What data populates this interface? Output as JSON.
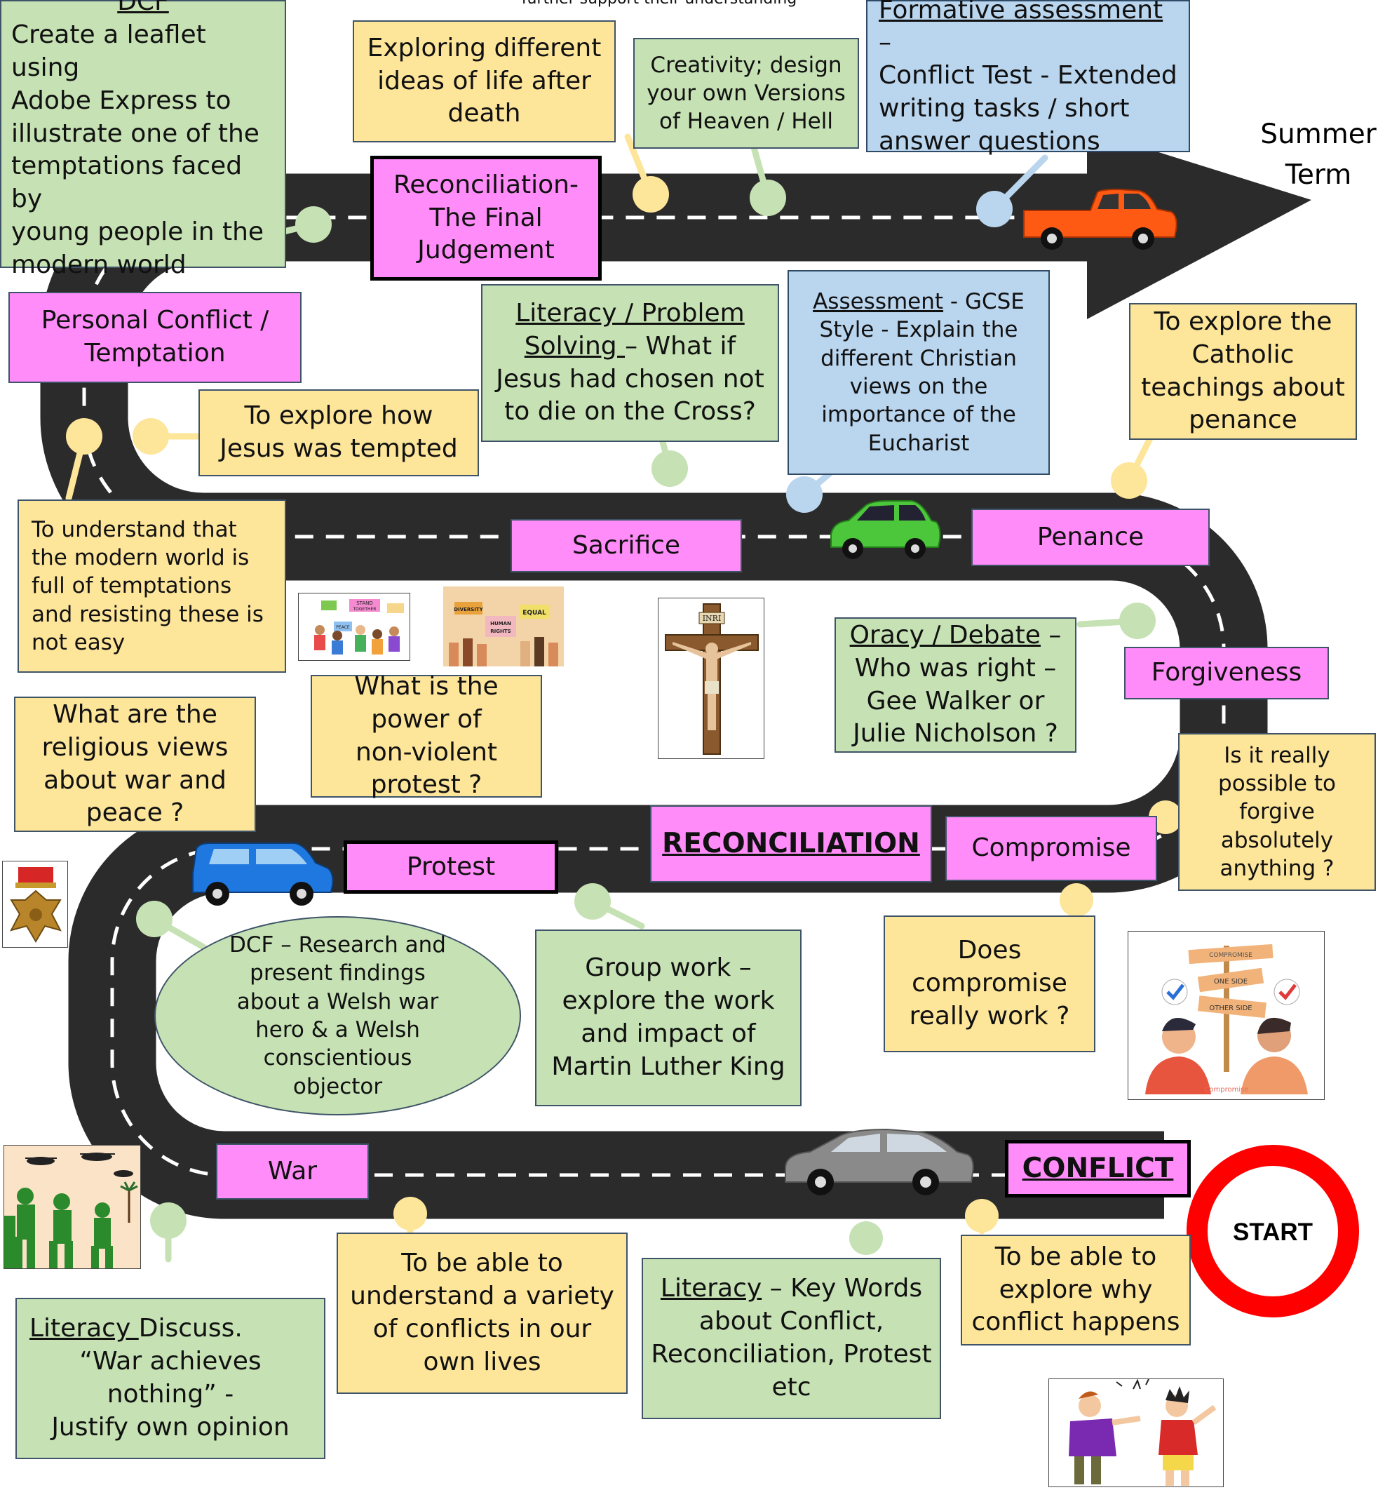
{
  "top_caption": "further support their understanding",
  "end_label": [
    "Summer",
    "Term"
  ],
  "start_label": "START",
  "headings": {
    "conflict": "CONFLICT",
    "reconciliation": "RECONCILIATION"
  },
  "road_labels": {
    "war": "War",
    "protest": "Protest",
    "compromise": "Compromise",
    "forgiveness": "Forgiveness",
    "penance": "Penance",
    "sacrifice": "Sacrifice",
    "personal_conflict": [
      "Personal Conflict /",
      "Temptation"
    ],
    "final_judgement": [
      "Reconciliation-",
      "The Final",
      "Judgement"
    ]
  },
  "boxes": {
    "dcf_leaflet": {
      "heading": "DCF",
      "lines": [
        "Create a leaflet using",
        "Adobe Express to",
        "illustrate one of the",
        "temptations faced by",
        "young people in the",
        "modern world"
      ]
    },
    "life_after_death": [
      "Exploring different",
      "ideas of life after",
      "death"
    ],
    "creativity": [
      "Creativity; design",
      "your own Versions",
      "of  Heaven / Hell"
    ],
    "formative": {
      "heading": "Formative assessment",
      "heading_suffix": " –",
      "lines": [
        "Conflict Test - Extended",
        "writing tasks / short",
        "answer questions"
      ]
    },
    "jesus_tempted": [
      "To explore how",
      "Jesus was tempted"
    ],
    "literacy_problem": {
      "heading_1": "Literacy / Problem",
      "heading_2": "Solving ",
      "heading_suffix": " –  What if",
      "lines": [
        "Jesus had chosen not",
        "to die on the Cross?"
      ]
    },
    "assessment_gcse": {
      "heading": "Assessment",
      "heading_suffix": "  - GCSE",
      "lines": [
        "Style - Explain the",
        "different Christian",
        "views on the",
        "importance of the",
        "Eucharist"
      ]
    },
    "catholic_penance": [
      "To explore the",
      "Catholic",
      "teachings about",
      "penance"
    ],
    "modern_temptations": [
      "To understand that",
      "the modern world is",
      "full of temptations",
      "and resisting these is",
      "not easy"
    ],
    "oracy": {
      "heading": "Oracy / Debate",
      "heading_suffix": " –",
      "lines": [
        "Who was right –",
        "Gee Walker or",
        "Julie Nicholson ?"
      ]
    },
    "religious_views": [
      "What are the",
      "religious views",
      "about war and",
      "peace ?"
    ],
    "non_violent": [
      "What is the",
      "power of",
      "non-violent",
      "protest ?"
    ],
    "forgive_anything": [
      "Is it really",
      "possible to",
      "forgive",
      "absolutely",
      "anything ?"
    ],
    "dcf_welsh": [
      "DCF – Research and",
      "present findings",
      "about a Welsh war",
      "hero & a Welsh",
      "conscientious",
      "objector"
    ],
    "group_work": [
      "Group work –",
      "explore the work",
      "and  impact of",
      "Martin Luther King"
    ],
    "does_compromise": [
      "Does",
      "compromise",
      "really work ?"
    ],
    "literacy_war": {
      "heading": "Literacy ",
      "heading_suffix": "Discuss.",
      "lines": [
        "“War achieves",
        "nothing” -",
        "Justify own opinion"
      ]
    },
    "variety_conflicts": [
      "To be able to",
      "understand a variety",
      "of conflicts in our",
      "own lives"
    ],
    "key_words": {
      "heading": "Literacy",
      "heading_suffix": " – Key Words",
      "lines": [
        "about Conflict,",
        "Reconciliation, Protest",
        "etc"
      ]
    },
    "why_conflict": [
      "To be able to",
      "explore  why",
      "conflict happens"
    ]
  },
  "image_labels": {
    "protest_1": [
      "STAND",
      "TOGETHER",
      "PEACE"
    ],
    "protest_2": [
      "DIVERSITY",
      "EQUAL",
      "HUMAN",
      "RIGHTS"
    ],
    "cross": "INRI",
    "compromise_img": [
      "COMPROMISE",
      "ONE SIDE",
      "OTHER SIDE",
      "Compromise"
    ]
  },
  "colors": {
    "road": "#2b2b2b",
    "yellow_box": "#fde59a",
    "green_box": "#c6e2b4",
    "blue_box": "#bad5ee",
    "pink_box": "#ff8cf9",
    "start_ring": "#ff0000",
    "pickup_car": "#ff5a14",
    "green_car": "#4cc63a",
    "blue_car": "#1f78e0",
    "grey_car": "#8a8a8a"
  }
}
